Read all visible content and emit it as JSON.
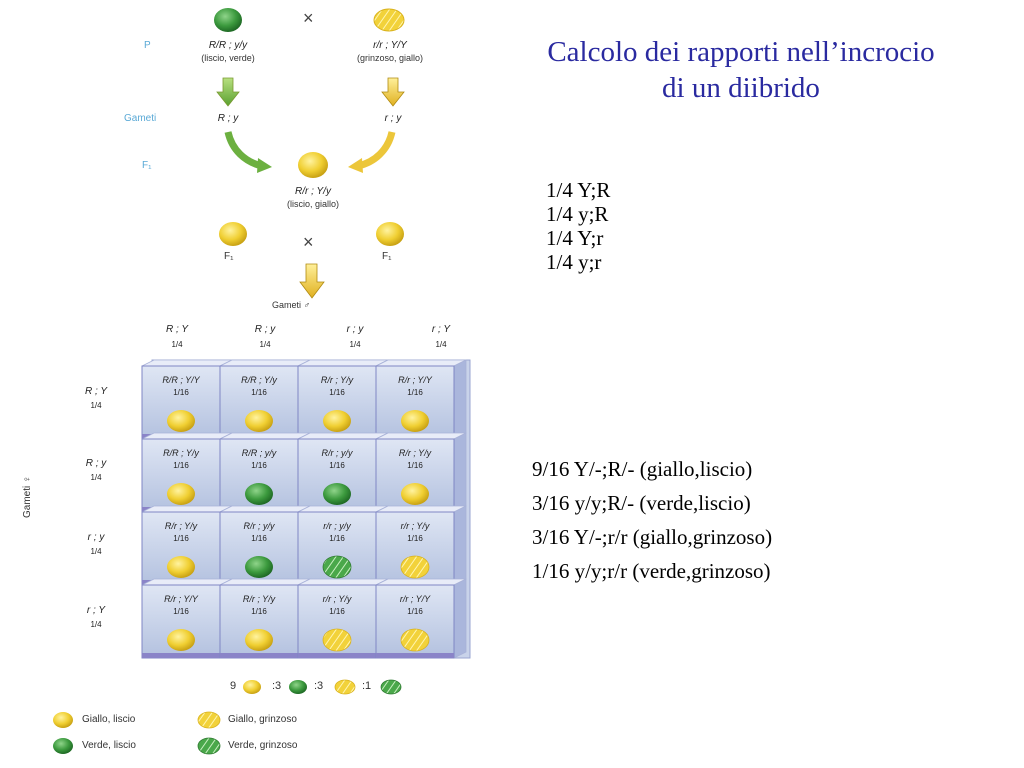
{
  "title": [
    "Calcolo dei rapporti nell’incrocio",
    "di un diibrido"
  ],
  "gamete_ratios": [
    "1/4 Y;R",
    "1/4 y;R",
    "1/4 Y;r",
    "1/4 y;r"
  ],
  "phenotype_ratios": [
    "9/16 Y/-;R/- (giallo,liscio)",
    "3/16 y/y;R/- (verde,liscio)",
    "3/16 Y/-;r/r (giallo,grinzoso)",
    "1/16 y/y;r/r (verde,grinzoso)"
  ],
  "diagram": {
    "p_label": "P",
    "cross_symbol": "×",
    "parent1": {
      "genotype": "R/R ; y/y",
      "phenotype": "(liscio, verde)"
    },
    "parent2": {
      "genotype": "r/r ; Y/Y",
      "phenotype": "(grinzoso, giallo)"
    },
    "gametes_label": "Gameti",
    "gamete1": "R ; y",
    "gamete2": "r ; y",
    "f1_label": "F₁",
    "f1_genotype": "R/r ; Y/y",
    "f1_phenotype": "(liscio, giallo)",
    "f1_left": "F₁",
    "f1_right": "F₁",
    "male_gametes_label": "Gameti ♂",
    "female_gametes_label": "Gameti ♀",
    "fraction": "1/4",
    "cell_fraction": "1/16",
    "col_heads": [
      "R ; Y",
      "R ; y",
      "r ; y",
      "r ; Y"
    ],
    "row_heads": [
      "R ; Y",
      "R ; y",
      "r ; y",
      "r ; Y"
    ],
    "cells": [
      [
        "R/R ; Y/Y",
        "R/R ; Y/y",
        "R/r ; Y/y",
        "R/r ; Y/Y"
      ],
      [
        "R/R ; Y/y",
        "R/R ; y/y",
        "R/r ; y/y",
        "R/r ; Y/y"
      ],
      [
        "R/r ; Y/y",
        "R/r ; y/y",
        "r/r ; y/y",
        "r/r ; Y/y"
      ],
      [
        "R/r ; Y/Y",
        "R/r ; Y/y",
        "r/r ; Y/y",
        "r/r ; Y/Y"
      ]
    ],
    "cell_peas": [
      [
        "yellow-smooth",
        "yellow-smooth",
        "yellow-smooth",
        "yellow-smooth"
      ],
      [
        "yellow-smooth",
        "green-smooth",
        "green-smooth",
        "yellow-smooth"
      ],
      [
        "yellow-smooth",
        "green-smooth",
        "green-wrinkled",
        "yellow-wrinkled"
      ],
      [
        "yellow-smooth",
        "yellow-smooth",
        "yellow-wrinkled",
        "yellow-wrinkled"
      ]
    ],
    "ratio": {
      "n1": "9",
      "n2": ":3",
      "n3": ":3",
      "n4": ":1"
    },
    "legend": {
      "yellow_smooth": "Giallo, liscio",
      "yellow_wrinkled": "Giallo, grinzoso",
      "green_smooth": "Verde, liscio",
      "green_wrinkled": "Verde, grinzoso"
    },
    "colors": {
      "yellow": "#f2d23a",
      "green": "#3a9a3e",
      "grid": "#b8c6e2",
      "grid_edge": "#8a84c8"
    }
  }
}
